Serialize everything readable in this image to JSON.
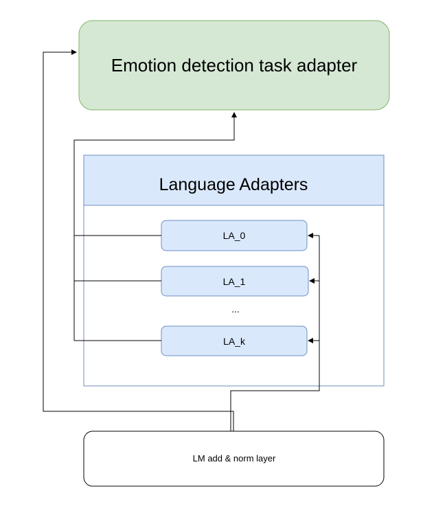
{
  "task_adapter": {
    "label": "Emotion detection task adapter",
    "fill": "#d5e8d4",
    "stroke": "#82b366"
  },
  "language_adapters": {
    "title": "Language Adapters",
    "header_fill": "#dae8fc",
    "stroke": "#6c8ebf",
    "items": [
      {
        "label": "LA_0"
      },
      {
        "label": "LA_1"
      },
      {
        "label": "LA_k"
      }
    ],
    "ellipsis": "..."
  },
  "lm_layer": {
    "label": "LM add & norm layer"
  },
  "line_color": "#000000"
}
